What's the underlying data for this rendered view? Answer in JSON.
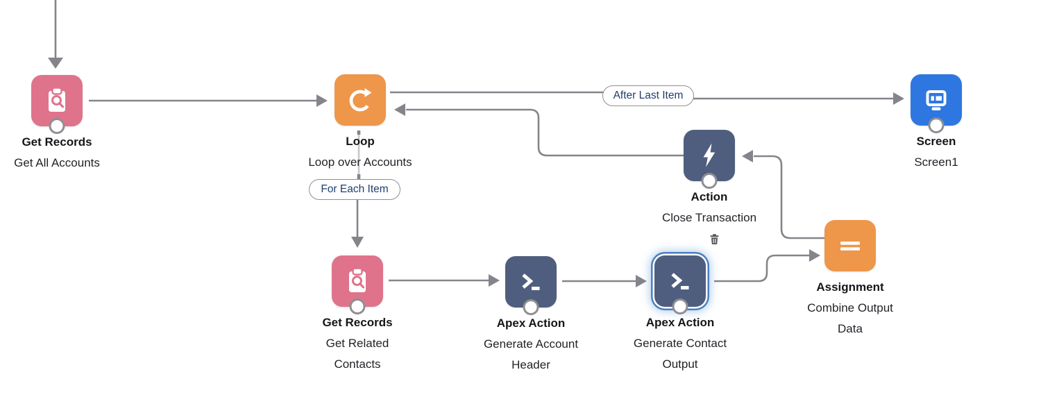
{
  "canvas": {
    "background": "#ffffff"
  },
  "colors": {
    "get_records_pink": "#e0738c",
    "logic_orange": "#ee9649",
    "screen_blue": "#2e77e1",
    "action_slate": "#4f5e7e",
    "selection_blue": "#4a7fc0",
    "connector_gray": "#84848a",
    "connector_light_gray": "#c7c7cc",
    "connector_label_text": "#1f3e6e"
  },
  "connector_labels": {
    "after_last_item": "After Last Item",
    "for_each_item": "For Each Item"
  },
  "nodes": {
    "get_records_1": {
      "type": "Get Records",
      "name": "Get All Accounts",
      "icon": "clipboard-search-icon"
    },
    "loop": {
      "type": "Loop",
      "name": "Loop over Accounts",
      "icon": "loop-arrow-icon"
    },
    "screen": {
      "type": "Screen",
      "name": "Screen1",
      "icon": "monitor-icon"
    },
    "action": {
      "type": "Action",
      "name": "Close Transaction",
      "icon": "lightning-icon"
    },
    "get_records_2": {
      "type": "Get Records",
      "name": "Get Related Contacts",
      "icon": "clipboard-search-icon"
    },
    "apex_1": {
      "type": "Apex Action",
      "name": "Generate Account Header",
      "icon": "terminal-prompt-icon"
    },
    "apex_2": {
      "type": "Apex Action",
      "name": "Generate Contact Output",
      "icon": "terminal-prompt-icon",
      "selected": true
    },
    "assignment": {
      "type": "Assignment",
      "name": "Combine Output Data",
      "icon": "equals-icon"
    }
  }
}
